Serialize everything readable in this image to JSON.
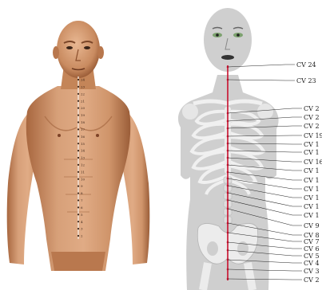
{
  "left_figure": {
    "point_numbers": [
      "24",
      "23",
      "22",
      "21",
      "20",
      "19",
      "18",
      "17",
      "16",
      "15",
      "14",
      "13",
      "12",
      "11",
      "10",
      "9",
      "8",
      "7",
      "6",
      "5",
      "4",
      "3",
      "2"
    ],
    "colors": {
      "skin": "#d49a72",
      "skin_shadow": "#a8673f",
      "channel_line": "#f3e7de",
      "point_dot": "#3a2418"
    }
  },
  "right_figure": {
    "labels": [
      "CV 24",
      "CV 23",
      "CV 2",
      "CV 2",
      "CV 2",
      "CV 19",
      "CV 1",
      "CV 1",
      "CV 16",
      "CV 1",
      "CV 1",
      "CV 1",
      "CV 1",
      "CV 1",
      "CV 1",
      "CV 9",
      "CV 8",
      "CV 7",
      "CV 6",
      "CV 5",
      "CV 4",
      "CV 3",
      "CV 2"
    ],
    "colors": {
      "body": "#cfcfcf",
      "bone": "#f0f0f0",
      "bone_line": "#b5b5b5",
      "meridian": "#c8102e",
      "leader": "#222222",
      "label_text": "#222222"
    }
  }
}
